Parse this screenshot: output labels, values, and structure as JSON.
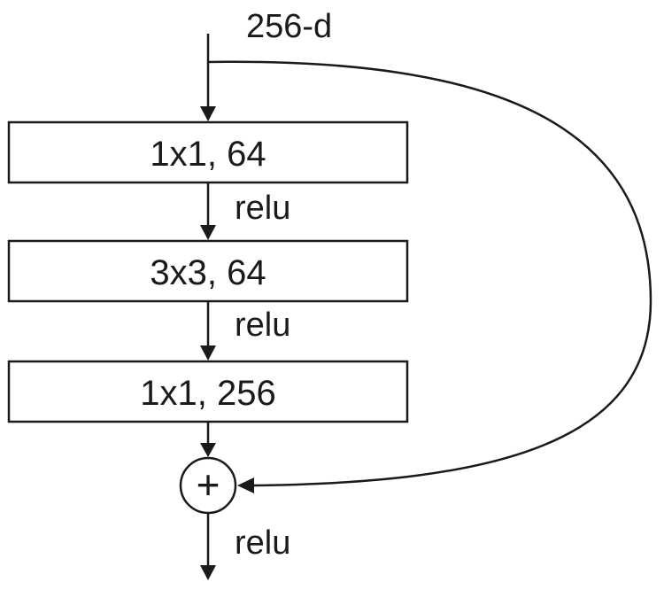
{
  "diagram": {
    "input_label": "256-d",
    "layers": [
      {
        "label": "1x1, 64"
      },
      {
        "label": "3x3, 64"
      },
      {
        "label": "1x1, 256"
      }
    ],
    "activations": [
      "relu",
      "relu",
      "relu"
    ],
    "sum_symbol": "+"
  }
}
